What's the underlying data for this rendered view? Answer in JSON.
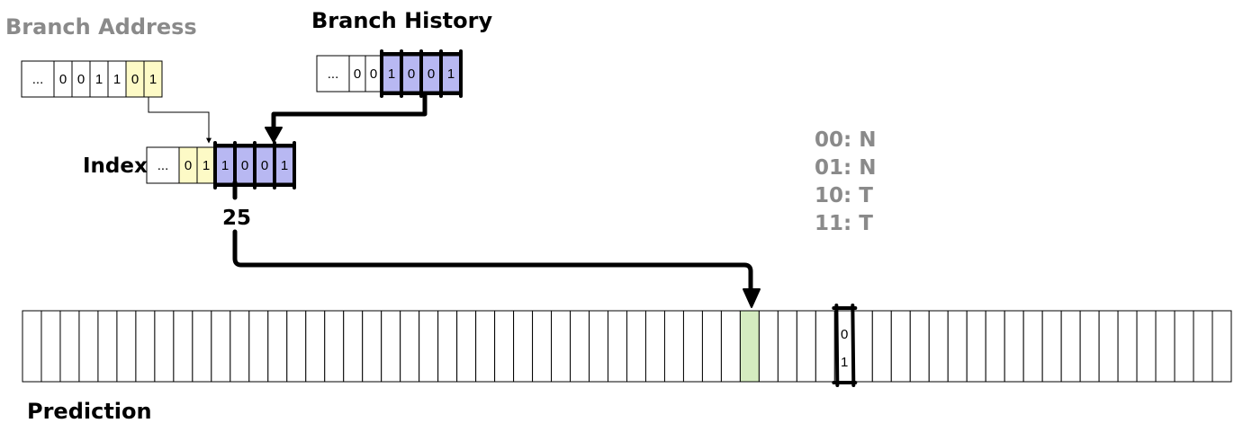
{
  "labels": {
    "branch_address": "Branch Address",
    "branch_history": "Branch History",
    "index": "Index",
    "index_value": "25",
    "prediction": "Prediction"
  },
  "branch_address": {
    "cells": [
      "...",
      "0",
      "0",
      "1",
      "1",
      "0",
      "1"
    ],
    "highlight": [
      false,
      false,
      false,
      false,
      false,
      true,
      true
    ]
  },
  "branch_history": {
    "cells": [
      "...",
      "0",
      "0",
      "1",
      "0",
      "0",
      "1"
    ],
    "highlight": [
      false,
      false,
      false,
      true,
      true,
      true,
      true
    ]
  },
  "index_register": {
    "cells": [
      "...",
      "0",
      "1",
      "1",
      "0",
      "0",
      "1"
    ],
    "highlight": [
      "none",
      "yellow",
      "yellow",
      "blue",
      "blue",
      "blue",
      "blue"
    ]
  },
  "legend": [
    "00: N",
    "01: N",
    "10: T",
    "11: T"
  ],
  "prediction_table": {
    "selected_entry_value": [
      "0",
      "1"
    ]
  },
  "colors": {
    "yellow": "#fdfac6",
    "blue": "#b8b8f2",
    "green": "#d5ecc0",
    "gray_label": "#8a8a8a",
    "black": "#000000"
  }
}
